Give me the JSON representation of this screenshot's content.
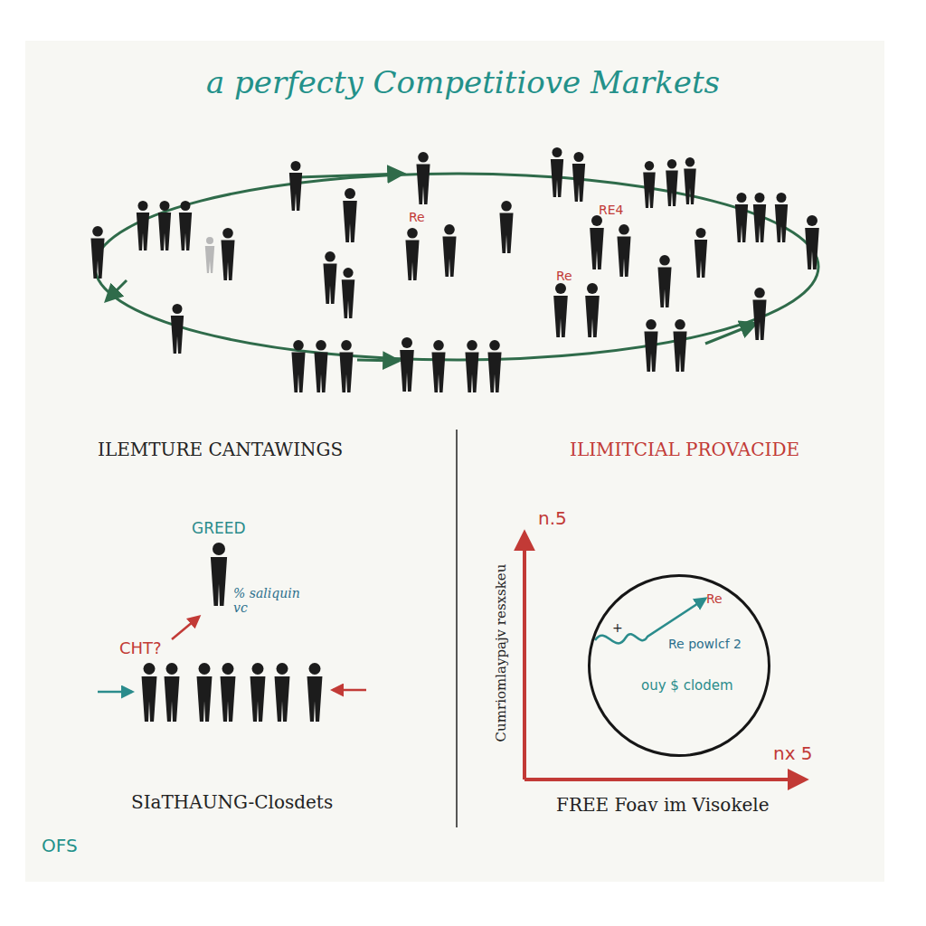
{
  "diagram": {
    "title": "a perfecty Competitiove Markets",
    "nodes": [
      {
        "text": [
          "+",
          "Re",
          "Re powlcf 2",
          "ouy $ clodem"
        ]
      }
    ],
    "labels": [
      "Re",
      "RE4",
      "Re",
      "ILEMTURE CANTAWINGS",
      "GREED",
      "% saliquin vc",
      "CHT?",
      "SIaTHAUNG-Closdets",
      "ILIMITCIAL PROVACIDE",
      "n.5",
      "Cumriomlaypajv resxskeu",
      "nx 5",
      "FREE Foav im Visokele",
      "OFS"
    ]
  }
}
